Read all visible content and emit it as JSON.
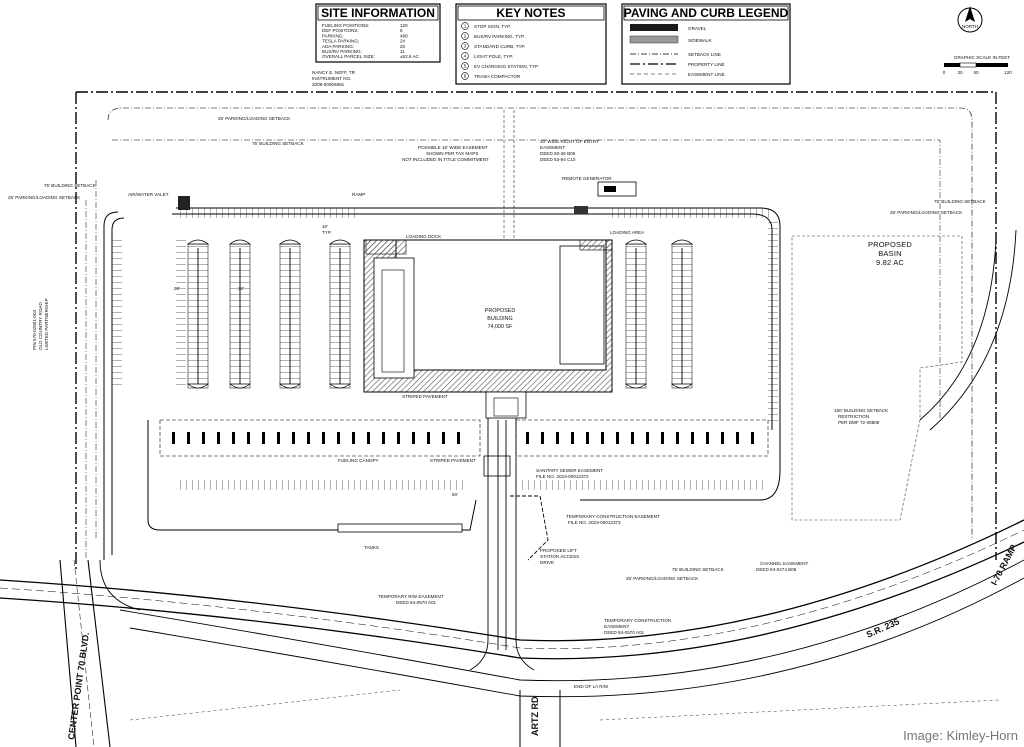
{
  "site_info": {
    "title": "SITE INFORMATION",
    "rows": [
      {
        "label": "FUELING POSITIONS:",
        "value": "120"
      },
      {
        "label": "DEF POSITIONS:",
        "value": "8"
      },
      {
        "label": "PARKING:",
        "value": "498"
      },
      {
        "label": "TESLA PARKING:",
        "value": "24"
      },
      {
        "label": "ADA PARKING:",
        "value": "20"
      },
      {
        "label": "BUS/RV PARKING:",
        "value": "11"
      },
      {
        "label": "OVERALL PARCEL SIZE:",
        "value": "±52.6 AC"
      }
    ]
  },
  "key_notes": {
    "title": "KEY NOTES",
    "items": [
      {
        "num": "1",
        "text": "STOP SIGN, TYP."
      },
      {
        "num": "2",
        "text": "BUS/RV PARKING, TYP."
      },
      {
        "num": "3",
        "text": "STANDARD CURB, TYP."
      },
      {
        "num": "4",
        "text": "LIGHT POLE, TYP."
      },
      {
        "num": "5",
        "text": "EV CHARGING STATION, TYP."
      },
      {
        "num": "6",
        "text": "TRASH COMPACTOR"
      }
    ]
  },
  "legend": {
    "title": "PAVING AND CURB LEGEND",
    "items": [
      {
        "text": "GRAVEL",
        "swatch": "#1a1a1a"
      },
      {
        "text": "SIDEWALK",
        "swatch": "#9a9a9a"
      },
      {
        "text": "SETBACK LINE",
        "swatch": ""
      },
      {
        "text": "PROPERTY LINE",
        "swatch": ""
      },
      {
        "text": "EASEMENT LINE",
        "swatch": ""
      }
    ]
  },
  "scale": {
    "title": "GRAPHIC SCALE IN FEET",
    "ticks": [
      "0",
      "30",
      "60",
      "120"
    ],
    "north": "NORTH"
  },
  "owner": {
    "line1": "NANCY E. NEFF, TR",
    "line2": "INSTRUMENT NO.",
    "line3": "2009-00006881"
  },
  "labels": {
    "building_line1": "PROPOSED",
    "building_line2": "BUILDING",
    "building_line3": "74,000 SF",
    "basin_line1": "PROPOSED",
    "basin_line2": "BASIN",
    "basin_line3": "9.82 AC",
    "setback_25_top": "25' PARKING/LOADING SETBACK",
    "setback_75_top": "75' BUILDING SETBACK",
    "setback_75_left": "75' BUILDING SETBACK",
    "setback_25_left": "25' PARKING/LOADING SETBACK",
    "setback_75_right": "75' BUILDING SETBACK",
    "setback_25_right": "25' PARKING/LOADING SETBACK",
    "setback_150": "150' BUILDING SETBACK",
    "setback_150_b": "RESTRICTION",
    "setback_150_c": "PER DMF 72-09809",
    "easement_15_a": "POSSIBLE 15' WIDE EASEMENT",
    "easement_15_b": "SHOWN PER TAX MAPS",
    "easement_15_c": "NOT INCLUDED IN TITLE COMMITMENT",
    "row_20_a": "20' WIDE RIGHT OF ENTRY",
    "row_20_b": "EASEMENT",
    "row_20_c": "DEED 60-36 B06",
    "row_20_d": "DEED 63-94 C10",
    "remote_generator": "REMOTE GENERATOR",
    "air_water": "AIR/WATER VALET",
    "ramp": "RAMP",
    "loading_dock": "LOADING DOCK",
    "loading_area": "LOADING AREA",
    "striped_1": "STRIPED PAVEMENT",
    "striped_2": "STRIPED PAVEMENT",
    "fueling_canopy": "FUELING CANOPY",
    "tanks": "TANKS",
    "sewer_a": "SANITARY SEWER EASEMENT",
    "sewer_b": "FILE NO. 2023-00012372",
    "temp_const_a": "TEMPORARY CONSTRUCTION EASEMENT",
    "temp_const_b": "FILE NO. 2023-00012373",
    "lift_a": "PROPOSED LIFT",
    "lift_b": "STATION ACCESS",
    "lift_c": "DRIVE",
    "temp_rw_a": "TEMPORARY R/W EASEMENT",
    "temp_rw_b": "DEED 84-0570 A01",
    "temp_const2_a": "TEMPORARY CONSTRUCTION",
    "temp_const2_b": "EASEMENT",
    "temp_const2_c": "DEED 84-0570 A01",
    "setback_25_bottom": "25' PARKING/LOADING SETBACK",
    "setback_75_bottom": "75' BUILDING SETBACK",
    "channel_a": "CHANNEL EASEMENT",
    "channel_b": "DEED 84-0274 B06",
    "end_la": "END OF LA R/W",
    "parcel_a": "PIN 570-02801-004",
    "parcel_b": "OLD COUNTRY ROAD",
    "parcel_c": "LIMITED PARTNERSHIP",
    "road_center": "CENTER POINT 70 BLVD.",
    "road_artz": "ARTZ RD",
    "road_sr": "S.R. 235",
    "road_i70": "I-70 RAMP",
    "dim_10": "10'",
    "dim_typ": "TYP.",
    "dim_50": "50'",
    "dim_20": "20'",
    "dim_32": "32'"
  },
  "credit": "Image: Kimley-Horn"
}
